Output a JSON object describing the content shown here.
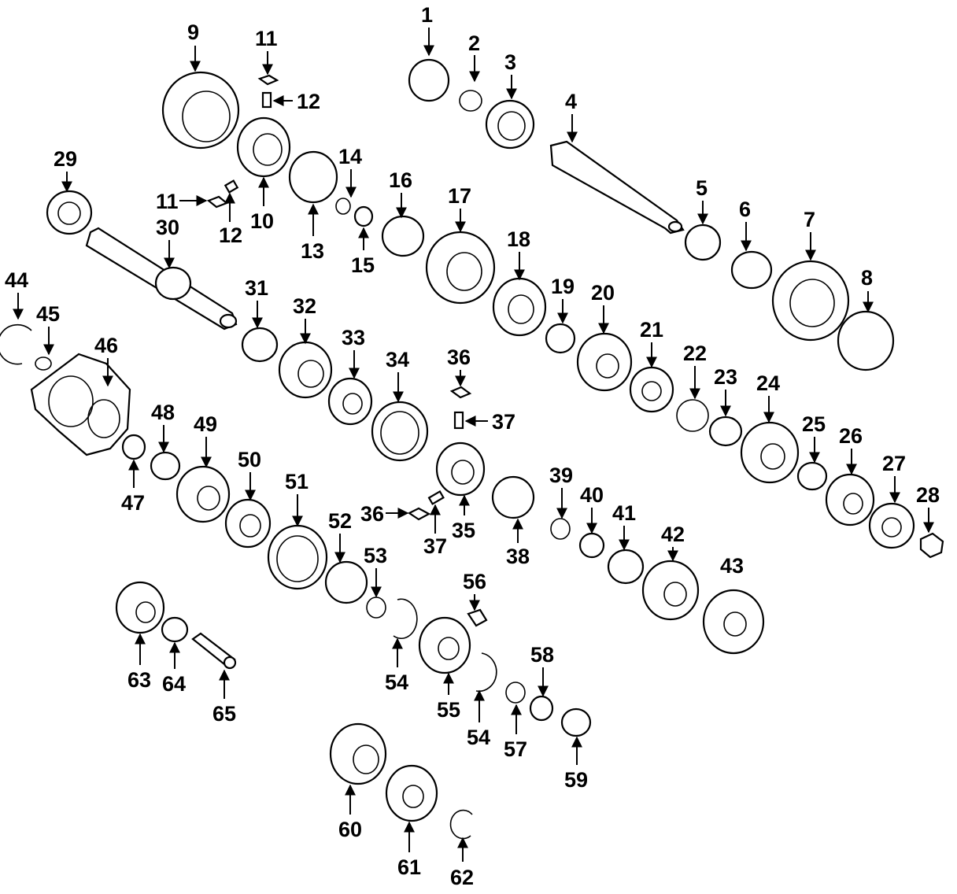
{
  "diagram": {
    "callouts": [
      "1",
      "2",
      "3",
      "4",
      "5",
      "6",
      "7",
      "8",
      "9",
      "10",
      "11",
      "12",
      "13",
      "14",
      "15",
      "16",
      "17",
      "18",
      "19",
      "20",
      "21",
      "22",
      "23",
      "24",
      "25",
      "26",
      "27",
      "28",
      "29",
      "30",
      "31",
      "32",
      "33",
      "34",
      "35",
      "36",
      "37",
      "38",
      "39",
      "40",
      "41",
      "42",
      "43",
      "44",
      "45",
      "46",
      "47",
      "48",
      "49",
      "50",
      "51",
      "52",
      "53",
      "54",
      "55",
      "56",
      "57",
      "58",
      "59",
      "60",
      "61",
      "62",
      "63",
      "64",
      "65"
    ]
  }
}
